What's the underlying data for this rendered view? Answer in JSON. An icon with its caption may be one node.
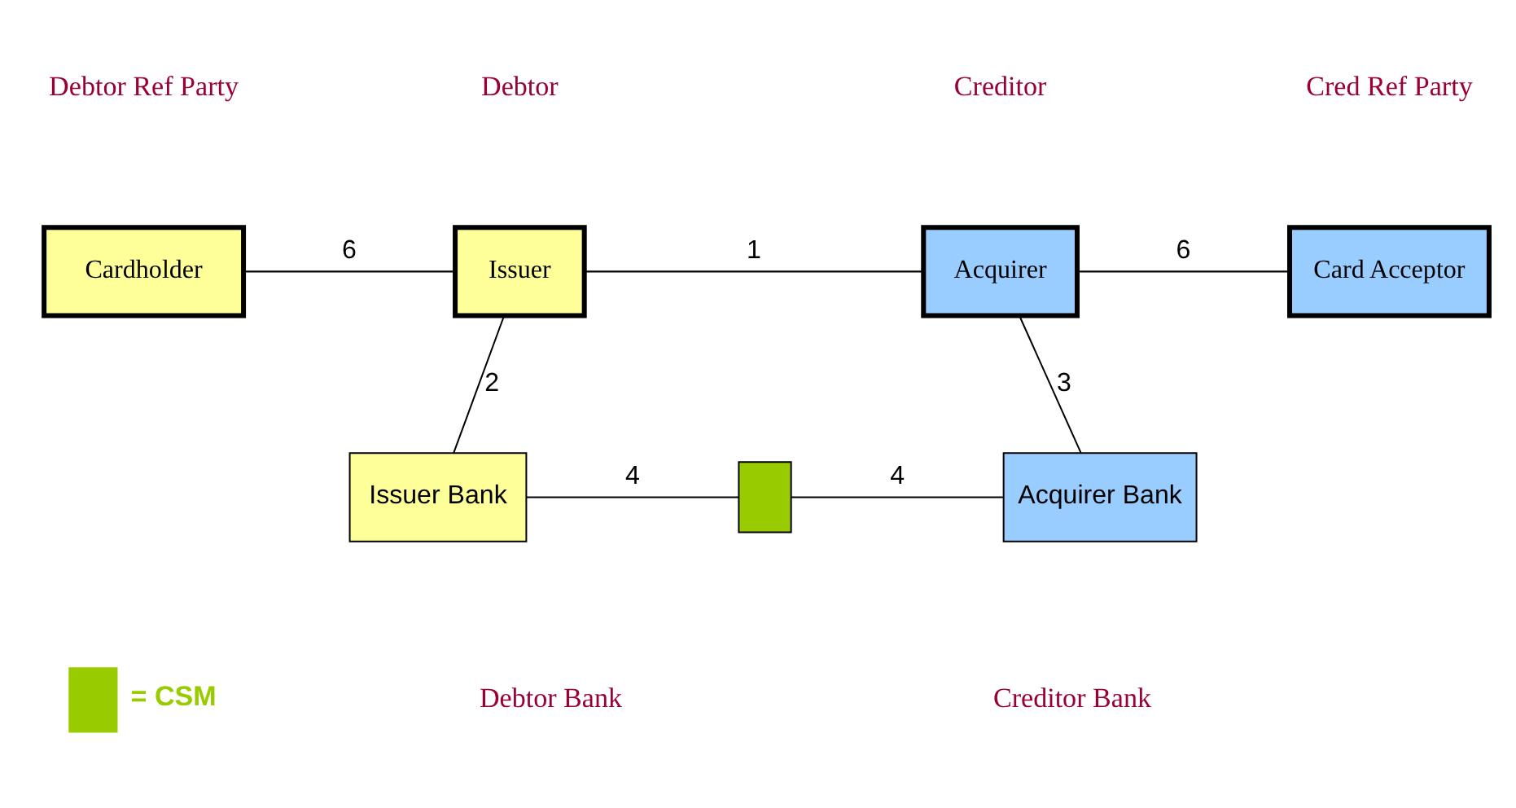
{
  "diagram": {
    "nodes": [
      {
        "text": [
          "Cardholder"
        ]
      },
      {
        "text": [
          "Issuer"
        ]
      },
      {
        "text": [
          "Acquirer"
        ]
      },
      {
        "text": [
          "Card Acceptor"
        ]
      },
      {
        "text": [
          "Issuer Bank"
        ]
      },
      {
        "text": [],
        "shape": "box"
      },
      {
        "text": [
          "Acquirer Bank"
        ]
      }
    ],
    "edges": [
      {
        "from": 0,
        "to": 1,
        "arrow": "none",
        "label": "6"
      },
      {
        "from": 1,
        "to": 2,
        "arrow": "none",
        "label": "1"
      },
      {
        "from": 2,
        "to": 3,
        "arrow": "none",
        "label": "6"
      },
      {
        "from": 1,
        "to": 4,
        "arrow": "none",
        "label": "2"
      },
      {
        "from": 2,
        "to": 6,
        "arrow": "none",
        "label": "3"
      },
      {
        "from": 4,
        "to": 5,
        "arrow": "none",
        "label": "4"
      },
      {
        "from": 5,
        "to": 6,
        "arrow": "none",
        "label": "4"
      }
    ],
    "labels": [
      "Debtor Ref Party",
      "Debtor",
      "Creditor",
      "Cred Ref Party",
      "Debtor Bank",
      "Creditor Bank"
    ],
    "legend": [
      {
        "text": "= CSM",
        "color": "#99cc00"
      }
    ]
  }
}
